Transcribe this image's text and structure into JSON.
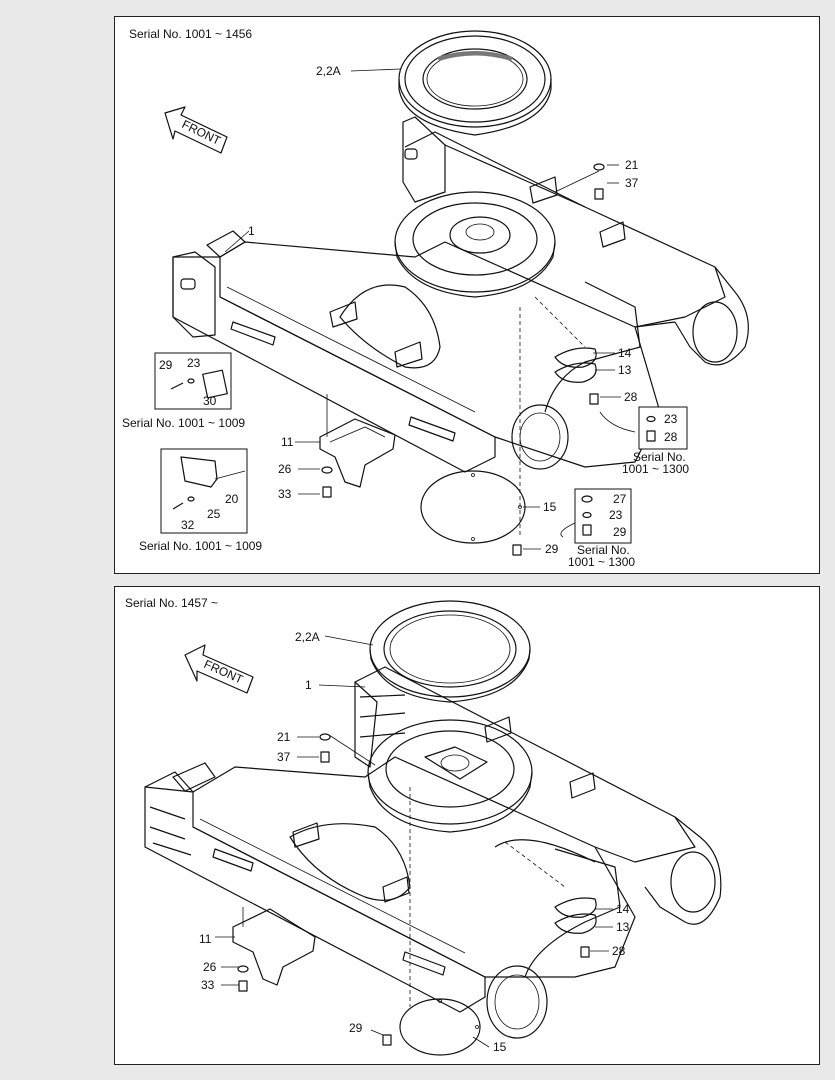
{
  "top_panel": {
    "serial_title": "Serial No. 1001 ~ 1456",
    "front_label": "FRONT",
    "callouts": {
      "p1": "1",
      "p2": "2,2A",
      "p11": "11",
      "p13": "13",
      "p14": "14",
      "p15": "15",
      "p21": "21",
      "p26": "26",
      "p28": "28",
      "p29": "29",
      "p33": "33",
      "p37": "37"
    },
    "inset_a": {
      "callouts": [
        "29",
        "23",
        "30"
      ],
      "caption": "Serial No. 1001 ~ 1009"
    },
    "inset_b": {
      "callouts": [
        "20",
        "25",
        "32"
      ],
      "caption": "Serial No. 1001 ~ 1009"
    },
    "inset_c": {
      "callouts": [
        "23",
        "28"
      ],
      "caption_line1": "Serial No.",
      "caption_line2": "1001 ~ 1300"
    },
    "inset_d": {
      "callouts": [
        "27",
        "23",
        "29"
      ],
      "caption_line1": "Serial No.",
      "caption_line2": "1001 ~ 1300"
    }
  },
  "bottom_panel": {
    "serial_title": "Serial No. 1457 ~",
    "front_label": "FRONT",
    "callouts": {
      "p1": "1",
      "p2": "2,2A",
      "p11": "11",
      "p13": "13",
      "p14": "14",
      "p15": "15",
      "p21": "21",
      "p26": "26",
      "p28": "28",
      "p29": "29",
      "p33": "33",
      "p37": "37"
    }
  }
}
